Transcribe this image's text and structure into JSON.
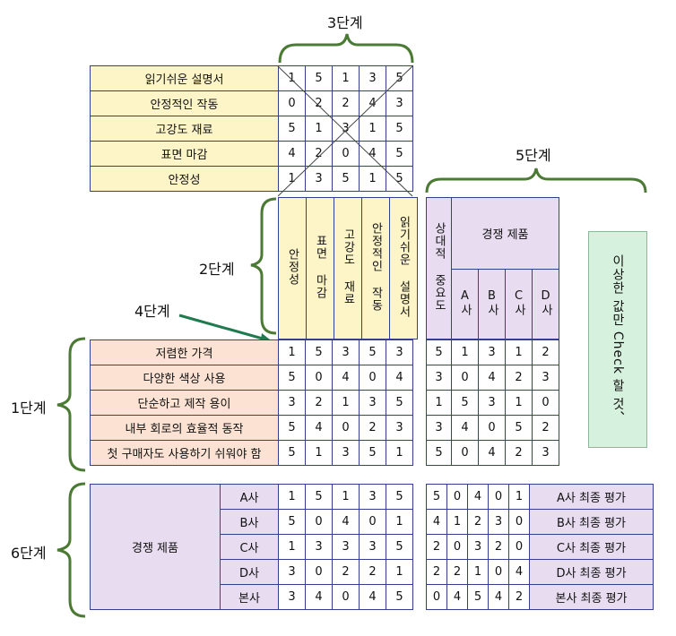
{
  "steps": {
    "s1": "1단계",
    "s2": "2단계",
    "s3": "3단계",
    "s4": "4단계",
    "s5": "5단계",
    "s6": "6단계"
  },
  "roof": {
    "rows": [
      "읽기쉬운 설명서",
      "안정적인 작동",
      "고강도 재료",
      "표면 마감",
      "안정성"
    ],
    "values": [
      [
        1,
        5,
        1,
        3,
        5
      ],
      [
        0,
        2,
        2,
        4,
        3
      ],
      [
        5,
        1,
        3,
        1,
        5
      ],
      [
        4,
        2,
        0,
        4,
        5
      ],
      [
        1,
        3,
        5,
        1,
        5
      ]
    ]
  },
  "technical_headers": [
    "안정성",
    "표면 마감",
    "고강도 재료",
    "안정적인 작동",
    "읽기쉬운 설명서"
  ],
  "customer": {
    "rows": [
      "저렴한 가격",
      "다양한 색상 사용",
      "단순하고 제작 용이",
      "내부 회로의 효율적 동작",
      "첫 구매자도 사용하기 쉬워야 함"
    ],
    "values": [
      [
        1,
        5,
        3,
        5,
        3
      ],
      [
        5,
        0,
        4,
        0,
        4
      ],
      [
        3,
        2,
        1,
        3,
        5
      ],
      [
        5,
        4,
        0,
        2,
        3
      ],
      [
        5,
        1,
        3,
        5,
        1
      ]
    ]
  },
  "competitive": {
    "importance_header": "상대적 중요도",
    "group_header": "경쟁 제품",
    "companies": [
      "A사",
      "B사",
      "C사",
      "D사"
    ],
    "values": [
      [
        5,
        1,
        3,
        1,
        2
      ],
      [
        3,
        0,
        4,
        2,
        3
      ],
      [
        1,
        5,
        3,
        1,
        0
      ],
      [
        3,
        4,
        0,
        5,
        2
      ],
      [
        5,
        0,
        4,
        2,
        3
      ]
    ]
  },
  "note": "이상한 값만 Check 할 것、",
  "bottom": {
    "group_label": "경쟁 제품",
    "rows": [
      "A사",
      "B사",
      "C사",
      "D사",
      "본사"
    ],
    "tech_values": [
      [
        1,
        5,
        1,
        3,
        5
      ],
      [
        5,
        0,
        4,
        0,
        1
      ],
      [
        1,
        3,
        3,
        3,
        5
      ],
      [
        3,
        0,
        2,
        2,
        1
      ],
      [
        3,
        4,
        0,
        4,
        5
      ]
    ],
    "comp_values": [
      [
        5,
        0,
        4,
        0,
        1
      ],
      [
        4,
        1,
        2,
        3,
        0
      ],
      [
        2,
        0,
        3,
        2,
        0
      ],
      [
        2,
        2,
        1,
        0,
        4
      ],
      [
        0,
        4,
        5,
        4,
        2
      ]
    ],
    "final_labels": [
      "A사 최종 평가",
      "B사 최종 평가",
      "C사 최종 평가",
      "D사 최종 평가",
      "본사 최종 평가"
    ]
  },
  "colors": {
    "border": "#343f8f",
    "yellow": "#fdf5c8",
    "peach": "#fbe2d3",
    "purple": "#e8ddf0",
    "green": "#d6f1dd",
    "brace": "#4a7a33"
  }
}
